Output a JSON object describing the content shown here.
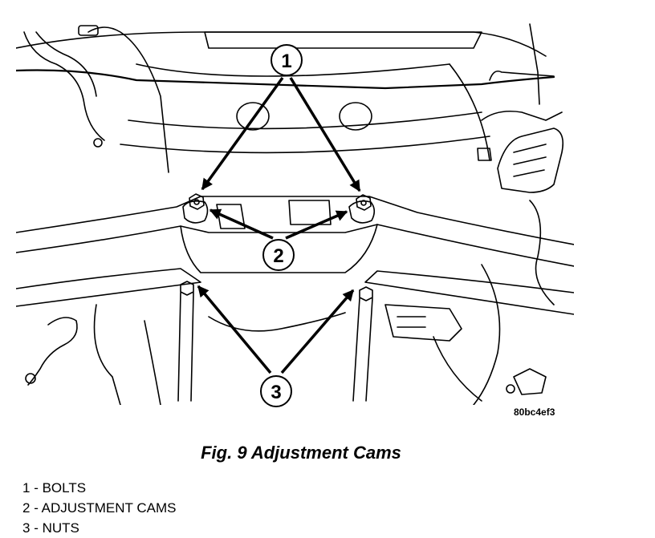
{
  "figure": {
    "callouts": [
      "1",
      "2",
      "3"
    ],
    "code": "80bc4ef3"
  },
  "caption": "Fig. 9 Adjustment Cams",
  "legend": [
    {
      "num": "1",
      "text": " - BOLTS"
    },
    {
      "num": "2",
      "text": " - ADJUSTMENT CAMS"
    },
    {
      "num": "3",
      "text": " - NUTS"
    }
  ],
  "colors": {
    "line": "#000000",
    "background": "#ffffff"
  }
}
